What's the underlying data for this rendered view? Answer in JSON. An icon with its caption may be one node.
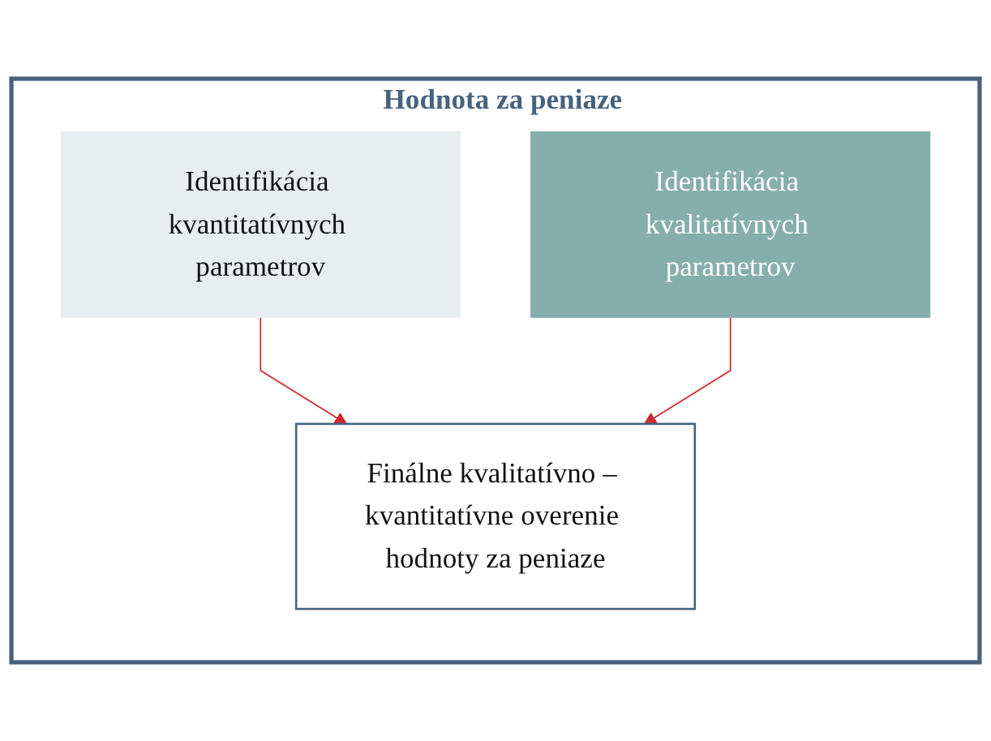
{
  "diagram": {
    "nodes": [
      {
        "text": [
          "Hodnota za peniaze"
        ]
      },
      {
        "text": [
          "Identifikácia kvantitatívnych parametrov"
        ],
        "in": 0
      },
      {
        "text": [
          "Identifikácia kvalitatívnych parametrov"
        ],
        "in": 0
      },
      {
        "text": [
          "Finálne kvalitatívno – kvantitatívne overenie hodnoty za peniaze"
        ],
        "in": 0
      }
    ],
    "edges": [
      {
        "from": 1,
        "to": 3,
        "arrow": "to",
        "color": "#d0292b"
      },
      {
        "from": 2,
        "to": 3,
        "arrow": "to",
        "color": "#d0292b"
      }
    ]
  }
}
